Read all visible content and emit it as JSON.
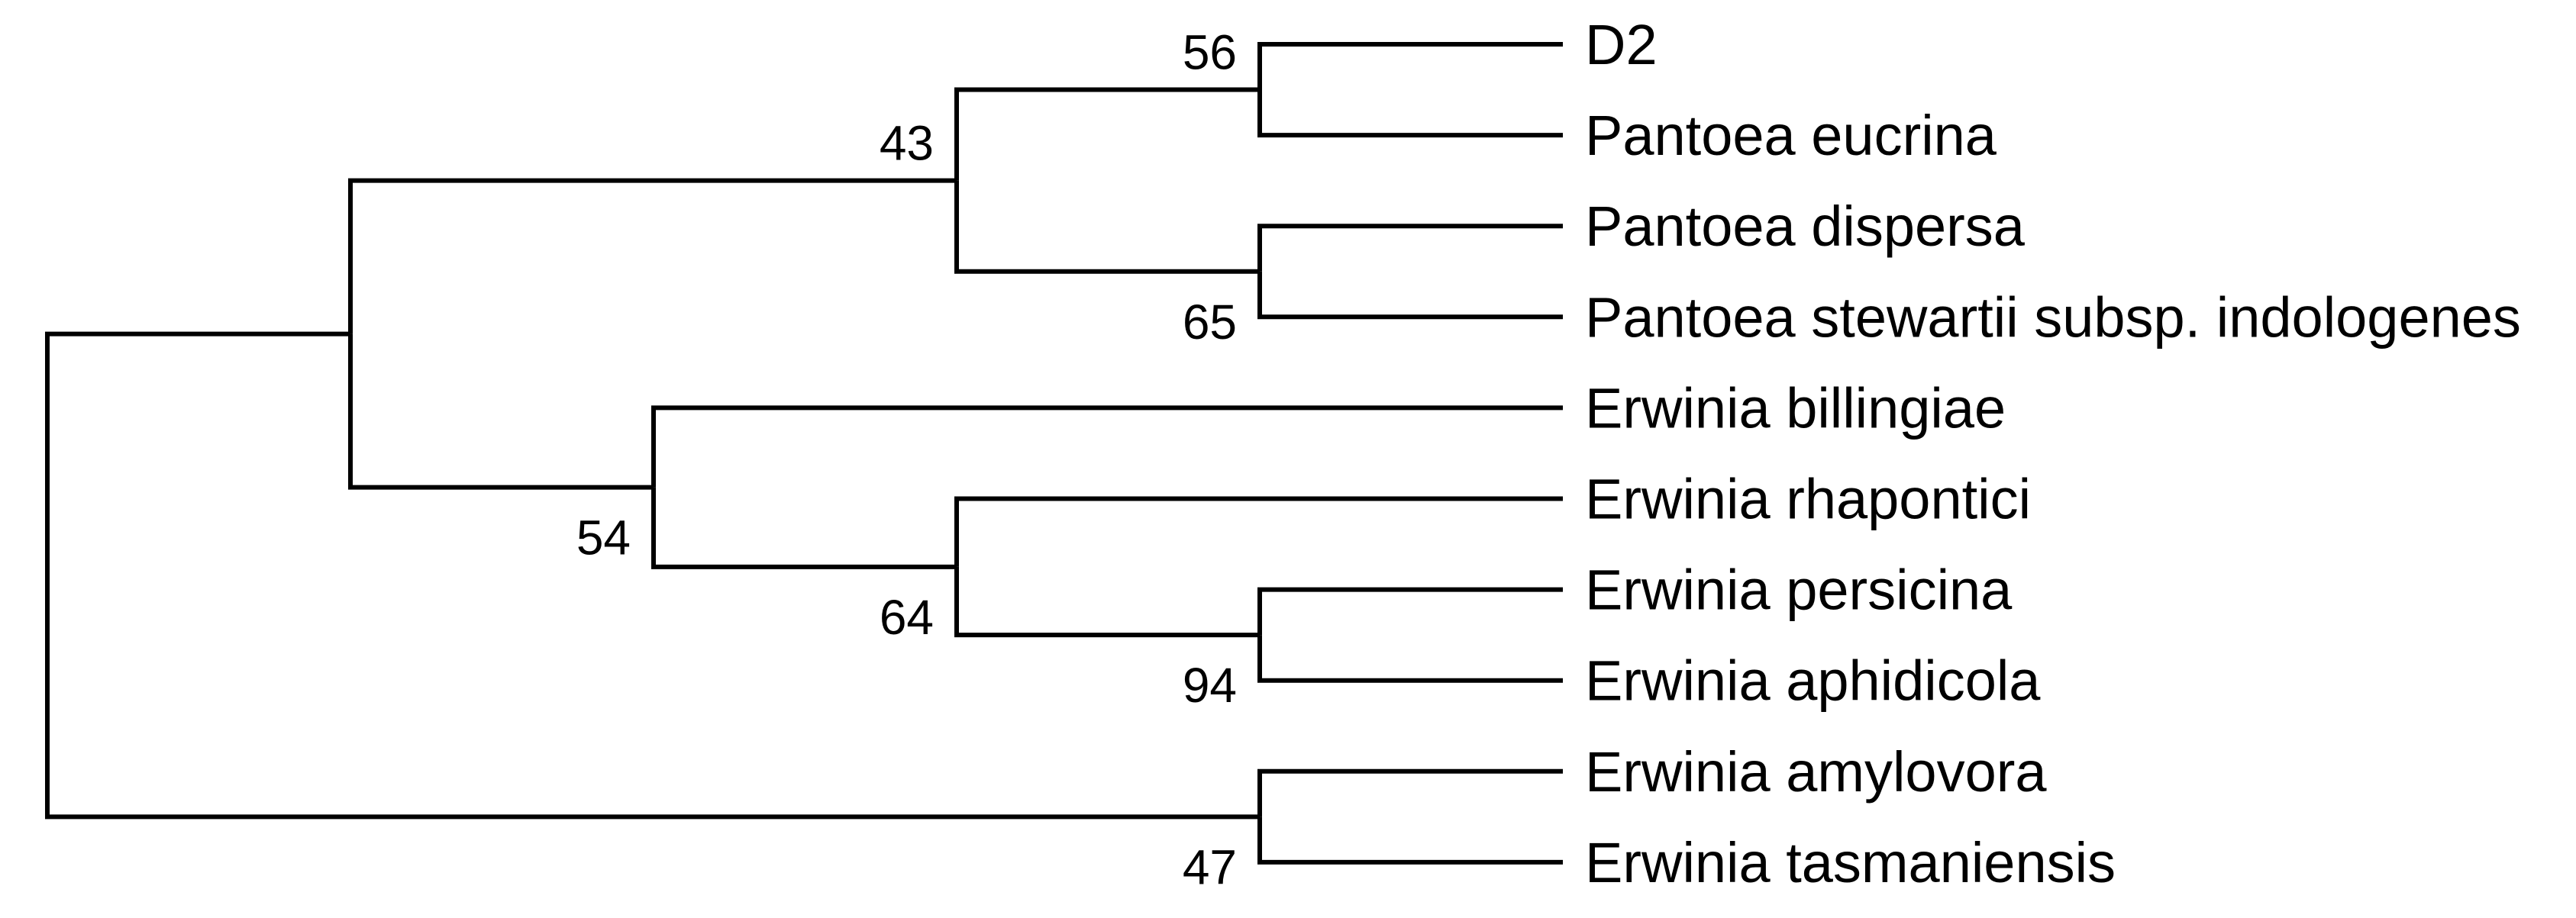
{
  "page": {
    "background_color": "#ffffff",
    "line_color": "#000000",
    "text_color": "#000000"
  },
  "chart_data": {
    "type": "cladogram",
    "description": "Rectangular phylogenetic tree with bootstrap support values at internal nodes",
    "orientation": "left-to-right",
    "tips_order": [
      "D2",
      "Pantoea eucrina",
      "Pantoea dispersa",
      "Pantoea stewartii subsp. indologenes",
      "Erwinia billingiae",
      "Erwinia rhapontici",
      "Erwinia persicina",
      "Erwinia aphidicola",
      "Erwinia amylovora",
      "Erwinia tasmaniensis"
    ],
    "bootstrap_values_shown": [
      56,
      43,
      65,
      54,
      64,
      94,
      47
    ],
    "tree": {
      "bootstrap": null,
      "children": [
        {
          "bootstrap": null,
          "children": [
            {
              "bootstrap": 43,
              "children": [
                {
                  "bootstrap": 56,
                  "children": [
                    {
                      "name": "D2"
                    },
                    {
                      "name": "Pantoea eucrina"
                    }
                  ]
                },
                {
                  "bootstrap": 65,
                  "children": [
                    {
                      "name": "Pantoea dispersa"
                    },
                    {
                      "name": "Pantoea stewartii subsp. indologenes"
                    }
                  ]
                }
              ]
            },
            {
              "bootstrap": 54,
              "children": [
                {
                  "name": "Erwinia billingiae"
                },
                {
                  "bootstrap": 64,
                  "children": [
                    {
                      "name": "Erwinia rhapontici"
                    },
                    {
                      "bootstrap": 94,
                      "children": [
                        {
                          "name": "Erwinia persicina"
                        },
                        {
                          "name": "Erwinia aphidicola"
                        }
                      ]
                    }
                  ]
                }
              ]
            }
          ]
        },
        {
          "bootstrap": 47,
          "children": [
            {
              "name": "Erwinia amylovora"
            },
            {
              "name": "Erwinia tasmaniensis"
            }
          ]
        }
      ]
    }
  }
}
